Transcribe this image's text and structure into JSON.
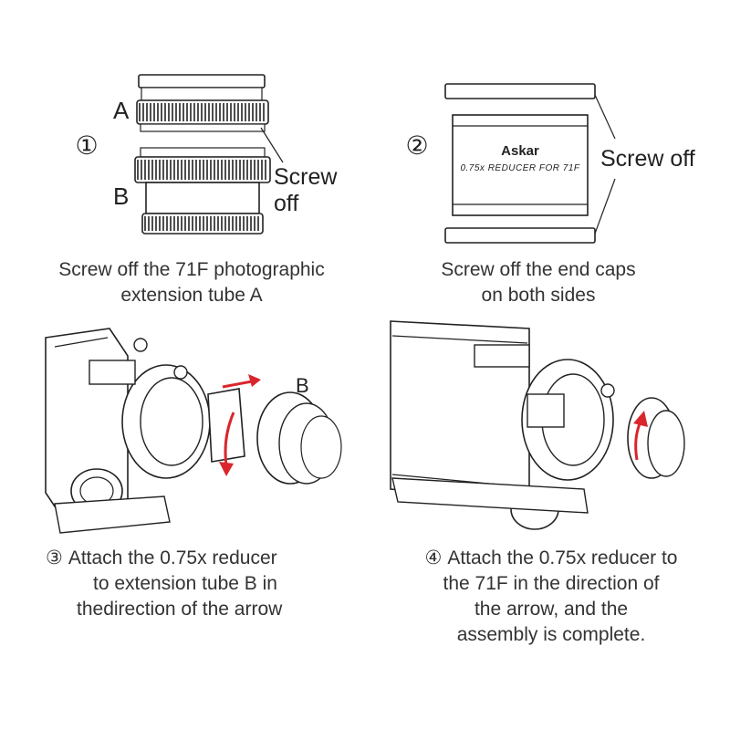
{
  "steps": [
    {
      "number": "①",
      "parts": {
        "tube_a": "A",
        "tube_b": "B",
        "action": "Screw off"
      },
      "caption": [
        "Screw off the 71F photographic",
        "extension tube A"
      ]
    },
    {
      "number": "②",
      "product": {
        "brand": "Askar",
        "model": "0.75x REDUCER FOR 71F"
      },
      "action": "Screw off",
      "caption": [
        "Screw off the end caps",
        "on both sides"
      ]
    },
    {
      "number": "③",
      "parts": {
        "tube_b": "B"
      },
      "caption": [
        "Attach the 0.75x reducer",
        "to extension tube B in",
        "thedirection of the arrow"
      ]
    },
    {
      "number": "④",
      "caption": [
        "Attach the 0.75x reducer to",
        "the 71F in the direction of",
        "the arrow, and the",
        "assembly is complete."
      ]
    }
  ],
  "colors": {
    "arrow": "#d9262c",
    "line": "#222222"
  }
}
